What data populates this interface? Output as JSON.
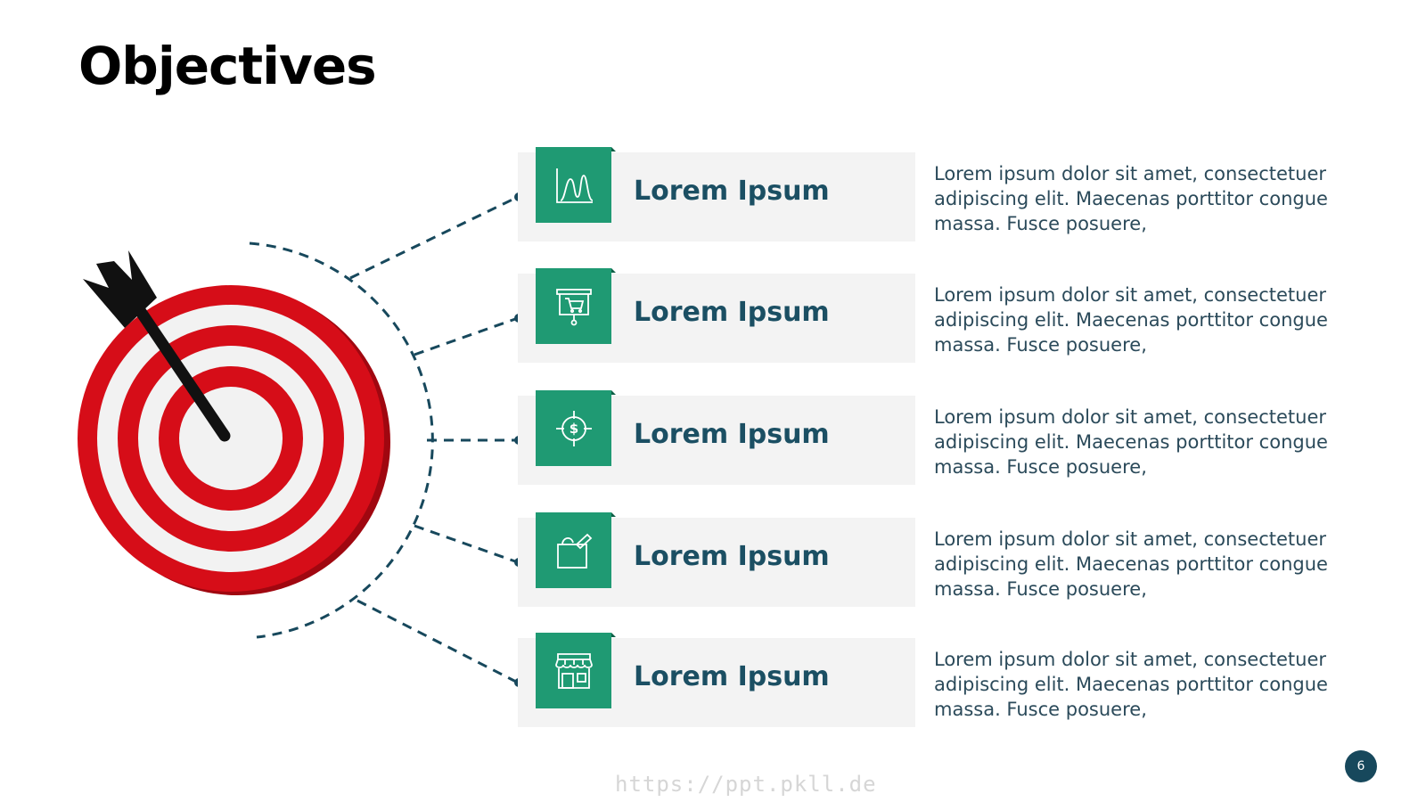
{
  "slide": {
    "title": "Objectives",
    "items": [
      {
        "heading": "Lorem Ipsum",
        "icon": "distribution-chart-icon",
        "text": "Lorem ipsum dolor sit amet, consectetuer adipiscing elit. Maecenas porttitor congue massa. Fusce posuere,"
      },
      {
        "heading": "Lorem Ipsum",
        "icon": "presentation-cart-icon",
        "text": "Lorem ipsum dolor sit amet, consectetuer adipiscing elit. Maecenas porttitor congue massa. Fusce posuere,"
      },
      {
        "heading": "Lorem Ipsum",
        "icon": "dollar-target-icon",
        "text": "Lorem ipsum dolor sit amet, consectetuer adipiscing elit. Maecenas porttitor congue massa. Fusce posuere,"
      },
      {
        "heading": "Lorem Ipsum",
        "icon": "box-pencil-icon",
        "text": "Lorem ipsum dolor sit amet, consectetuer adipiscing elit. Maecenas porttitor congue massa. Fusce posuere,"
      },
      {
        "heading": "Lorem Ipsum",
        "icon": "storefront-icon",
        "text": "Lorem ipsum dolor sit amet, consectetuer adipiscing elit. Maecenas porttitor congue massa. Fusce posuere,"
      }
    ],
    "page_number": "6",
    "watermark": "https://ppt.pkll.de"
  },
  "colors": {
    "tile_green": "#1f9a73",
    "heading_navy": "#1b4f63",
    "connector": "#17485c",
    "target_red": "#d60d18"
  }
}
